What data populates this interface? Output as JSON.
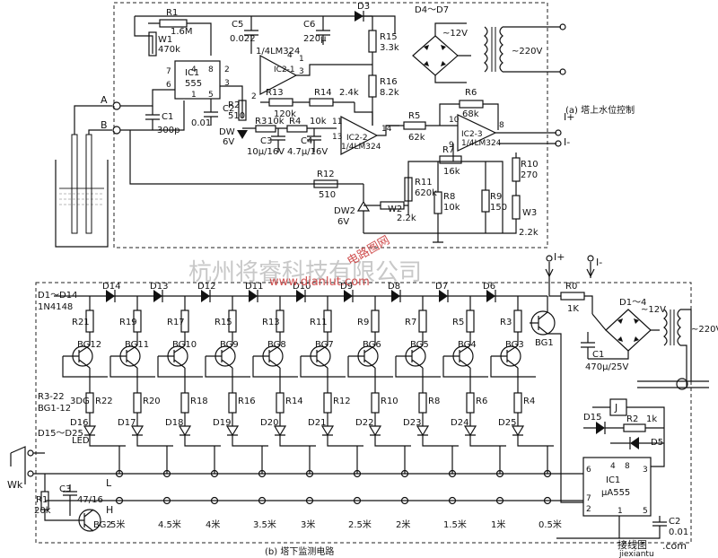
{
  "top": {
    "caption": "(a) 塔上水位控制",
    "r1": "R1",
    "r1v": "1.6M",
    "w1": "W1",
    "w1v": "470k",
    "ic1": "IC1",
    "ic1v": "555",
    "c5": "C5",
    "c5v": "0.022",
    "c6": "C6",
    "c6v": "220μ",
    "d3": "D3",
    "d4d7": "D4～D7",
    "v12": "~12V",
    "v220": "~220V",
    "r15": "R15",
    "r15v": "3.3k",
    "r16": "R16",
    "r16v": "8.2k",
    "lm1": "1/4LM324",
    "ic21": "IC2-1",
    "r13": "R13",
    "r13v": "120k",
    "r14": "R14",
    "r14v": "2.4k",
    "c2": "C2",
    "c2v": "0.01",
    "c1": "C1",
    "c1v": "300p",
    "r2": "R2",
    "r2v": "510",
    "dw": "DW",
    "dwv": "6V",
    "r3": "R3",
    "r3v": "10k",
    "r4": "R4",
    "r4v": "10k",
    "c3": "C3",
    "c3v": "10μ/16V",
    "c4": "C4",
    "c4v": "4.7μ/16V",
    "ic22": "IC2-2",
    "lm2": "1/4LM324",
    "r5": "R5",
    "r5v": "62k",
    "r6": "R6",
    "r6v": "68k",
    "ic23": "IC2-3",
    "lm3": "1/4LM324",
    "iplus": "I+",
    "iminus": "I-",
    "r7": "R7",
    "r7v": "16k",
    "r8": "R8",
    "r8v": "10k",
    "r9": "R9",
    "r9v": "150",
    "r10": "R10",
    "r10v": "270",
    "r11": "R11",
    "r11v": "620k",
    "r12": "R12",
    "r12v": "510",
    "dw2": "DW2",
    "dw2v": "6V",
    "w2": "W2",
    "w2v": "2.2k",
    "w3": "W3",
    "w3v": "2.2k",
    "pa": "A",
    "pb": "B",
    "pins": [
      "4",
      "8",
      "7",
      "3",
      "6",
      "2",
      "1",
      "5",
      "1",
      "3",
      "4",
      "2",
      "11",
      "12",
      "13",
      "14",
      "10",
      "9",
      "8"
    ]
  },
  "bottom": {
    "caption": "(b) 塔下监测电路",
    "d_list": "D1～D14",
    "d_type": "1N4148",
    "diodes": [
      "D14",
      "D13",
      "D12",
      "D11",
      "D10",
      "D9",
      "D8",
      "D7",
      "D6"
    ],
    "res_upper": [
      "R21",
      "R19",
      "R17",
      "R15",
      "R13",
      "R11",
      "R9",
      "R7",
      "R5",
      "R3"
    ],
    "transistors": [
      "BG12",
      "BG11",
      "BG10",
      "BG9",
      "BG8",
      "BG7",
      "BG6",
      "BG5",
      "BG4",
      "BG3"
    ],
    "res_lower": [
      "R22",
      "R20",
      "R18",
      "R16",
      "R14",
      "R12",
      "R10",
      "R8",
      "R6",
      "R4"
    ],
    "leds": [
      "D16",
      "D17",
      "D18",
      "D19",
      "D20",
      "D21",
      "D22",
      "D23",
      "D24",
      "D25"
    ],
    "note1": "R3-22",
    "note2": "BG1-12",
    "note3": "3DG",
    "led_range": "D15～D25",
    "led_label": "LED",
    "levels": [
      "5米",
      "4.5米",
      "4米",
      "3.5米",
      "3米",
      "2.5米",
      "2米",
      "1.5米",
      "1米",
      "0.5米"
    ],
    "wk": "Wk",
    "r1": "R1",
    "r1v": "20k",
    "c3": "C3",
    "c3v": "47/16",
    "bg2": "BG2",
    "l": "L",
    "h": "H",
    "iplus": "I+",
    "iminus": "I-",
    "r0": "R0",
    "r0v": "1K",
    "bg1": "BG1",
    "d14b": "D1～4",
    "v12": "~12V",
    "v220": "~220V",
    "c1": "C1",
    "c1v": "470μ/25V",
    "j": "J",
    "d15": "D15",
    "r2": "R2",
    "r2v": "1k",
    "d5": "D5",
    "ic1": "IC1",
    "ic1v": "μA555",
    "ic_pins": [
      "6",
      "4",
      "8",
      "3",
      "7",
      "2",
      "1",
      "5"
    ],
    "c2": "C2",
    "c2v": "0.01"
  },
  "watermark": {
    "company": "杭州将睿科技有限公司",
    "site": "www.dianlut.com",
    "logo_text": "电路图网",
    "corner": "接线图",
    "corner_site": "jiexiantu",
    "corner_com": ".com"
  }
}
